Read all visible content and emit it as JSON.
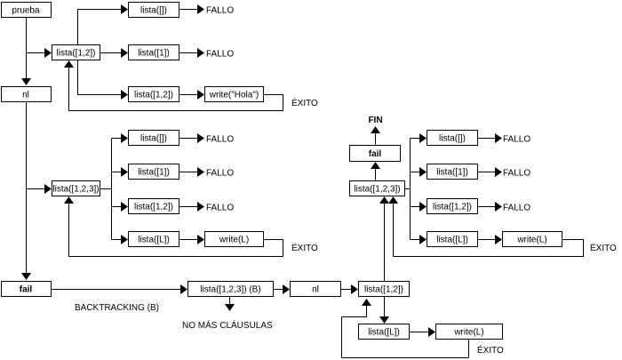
{
  "diagram": {
    "top": {
      "prueba": "prueba",
      "nl": "nl",
      "lista12": "lista([1,2])",
      "lista_empty": "lista([])",
      "lista1": "lista([1])",
      "lista12_b": "lista([1,2])",
      "write_hola": "write(\"Hola\")",
      "fallo1": "FALLO",
      "fallo2": "FALLO",
      "exito": "ÉXITO"
    },
    "middle": {
      "lista123": "lista([1,2,3])",
      "lista_empty": "lista([])",
      "lista1": "lista([1])",
      "lista12": "lista([1,2])",
      "listaL": "lista([L])",
      "writeL": "write(L)",
      "fallo1": "FALLO",
      "fallo2": "FALLO",
      "fallo3": "FALLO",
      "exito": "ÉXITO"
    },
    "bottom": {
      "fail": "fail",
      "backtracking": "BACKTRACKING (B)",
      "lista123B": "lista([1,2,3]) (B)",
      "no_mas": "NO MÁS CLÁUSULAS",
      "nl": "nl",
      "lista12": "lista([1,2])",
      "listaL": "lista([L])",
      "writeL": "write(L)",
      "exito": "ÉXITO"
    },
    "right": {
      "fin": "FIN",
      "fail": "fail",
      "lista123": "lista([1,2,3])",
      "lista_empty": "lista([])",
      "lista1": "lista([1])",
      "lista12": "lista([1,2])",
      "listaL": "lista([L])",
      "writeL": "write(L)",
      "fallo1": "FALLO",
      "fallo2": "FALLO",
      "fallo3": "FALLO",
      "exito": "ÉXITO"
    }
  }
}
